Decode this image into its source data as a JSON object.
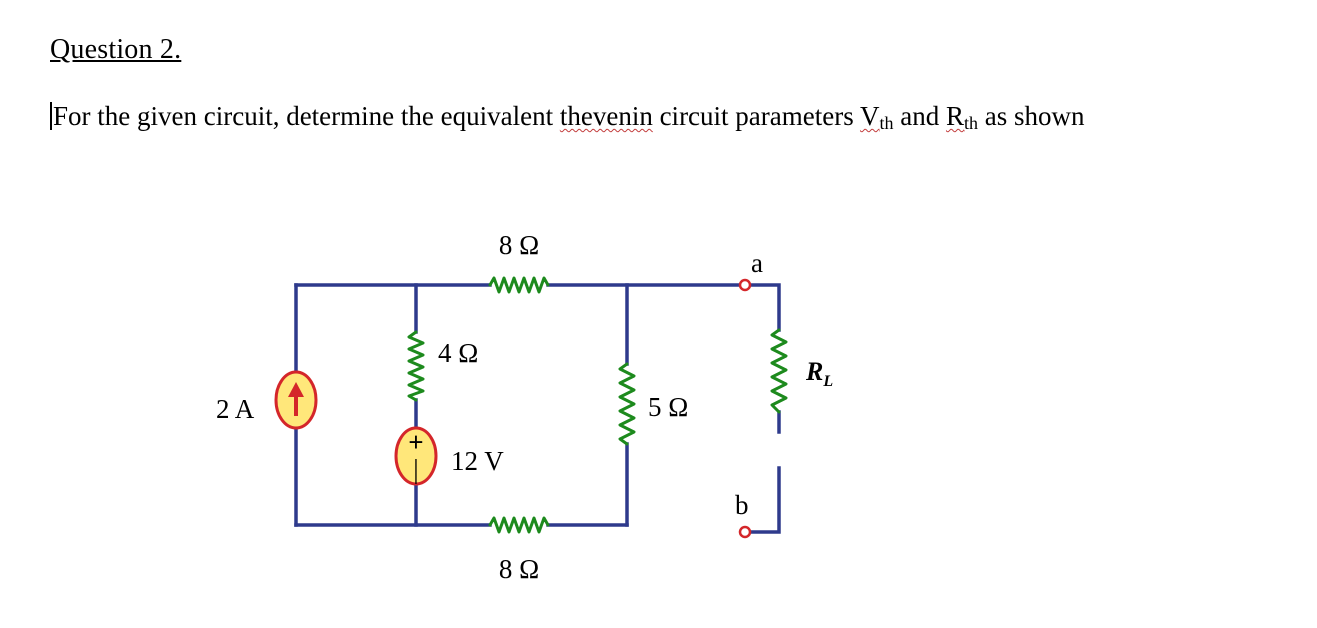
{
  "question": {
    "title": "Question 2.",
    "text_part1": "For the given circuit, determine the equivalent ",
    "text_thevenin": "thevenin",
    "text_part2": " circuit parameters ",
    "vth_main": "V",
    "vth_sub": "th",
    "text_and": " and ",
    "rth_main": "R",
    "rth_sub": "th",
    "text_end": " as shown"
  },
  "circuit": {
    "resistor_top": "8 Ω",
    "resistor_bottom": "8 Ω",
    "resistor_left": "4 Ω",
    "resistor_middle": "5 Ω",
    "current_source": "2 A",
    "voltage_source": "12 V",
    "terminal_a": "a",
    "terminal_b": "b",
    "load_main": "R",
    "load_sub": "L",
    "plus_sign": "+",
    "minus_sign": "|"
  }
}
